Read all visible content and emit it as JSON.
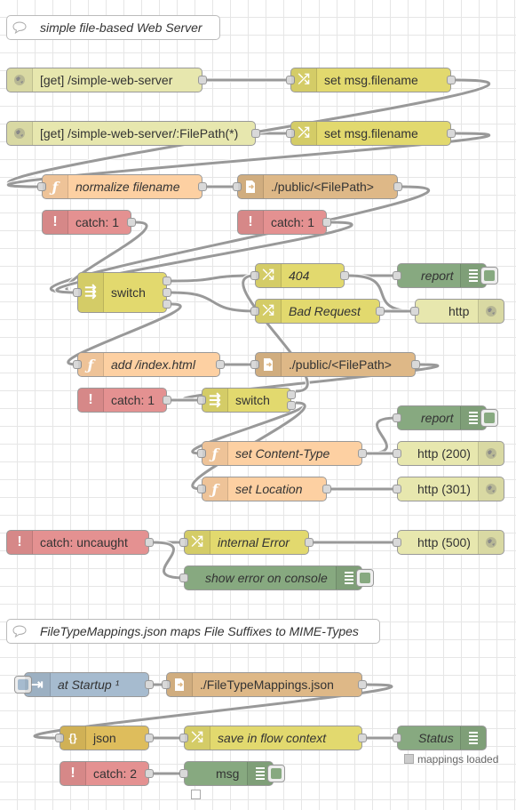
{
  "comments": {
    "c1": "simple file-based Web Server",
    "c2": "FileTypeMappings.json maps File Suffixes to MIME-Types"
  },
  "nodes": {
    "get1": "[get] /simple-web-server",
    "setfn1": "set msg.filename",
    "get2": "[get] /simple-web-server/:FilePath(*)",
    "setfn2": "set msg.filename",
    "normalize": "normalize filename",
    "file1": "./public/<FilePath>",
    "catch1a": "catch: 1",
    "catch1b": "catch: 1",
    "switch1": "switch",
    "c404": "404",
    "badreq": "Bad Request",
    "report1": "report",
    "http1": "http",
    "addindex": "add /index.html",
    "file2": "./public/<FilePath>",
    "catch1c": "catch: 1",
    "switch2": "switch",
    "report2": "report",
    "setct": "set Content-Type",
    "http200": "http (200)",
    "setloc": "set Location",
    "http301": "http (301)",
    "catchu": "catch: uncaught",
    "interr": "internal Error",
    "http500": "http (500)",
    "showerr": "show error on console",
    "startup": "at Startup ¹",
    "ftm": "./FileTypeMappings.json",
    "json": "json",
    "savectx": "save in flow context",
    "statusn": "Status",
    "catch2": "catch: 2",
    "msg": "msg"
  },
  "statuses": {
    "mappings": "mappings loaded"
  },
  "icons": {
    "http_in": "globe-icon",
    "change": "shuffle-icon",
    "function": "function-icon",
    "file_in": "file-icon",
    "catch": "exclamation-icon",
    "switch": "switch-icon",
    "debug": "list-icon",
    "http_response": "globe-icon",
    "inject": "arrow-in-icon",
    "json": "braces-icon",
    "comment": "speech-bubble-icon"
  },
  "colors": {
    "http": "#e7e7ae",
    "change": "#e2d96e",
    "function": "#fdd0a2",
    "file": "#deb887",
    "catch": "#e49191",
    "debug": "#87a980",
    "inject": "#a6bbcf",
    "json": "#debd5c",
    "wire": "#999999"
  }
}
